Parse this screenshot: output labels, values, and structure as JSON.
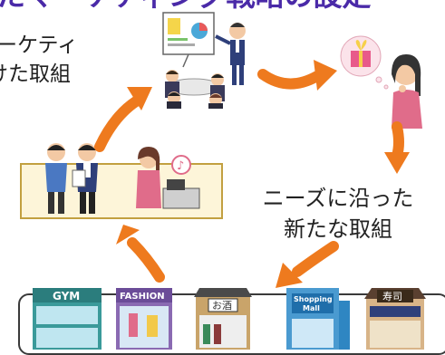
{
  "header": {
    "title_fragment": "たマーケティング戦略の設定"
  },
  "left_caption": {
    "line1": "ーケティ",
    "line2": "けた取組"
  },
  "right_caption": {
    "line1": "ニーズに沿った",
    "line2": "新たな取組"
  },
  "stores": {
    "gym": "GYM",
    "fashion": "FASHION",
    "liquor": "お酒",
    "mall_line1": "Shopping",
    "mall_line2": "Mall",
    "sushi": "寿司"
  },
  "colors": {
    "arrow": "#ee7a1e",
    "title": "#4a2aa8",
    "stage_fill": "#fdf5d9",
    "stage_border": "#c2a040"
  }
}
